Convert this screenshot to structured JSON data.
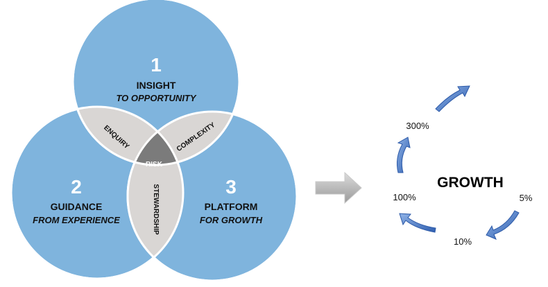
{
  "venn": {
    "colors": {
      "circle": "#7fb4dd",
      "lens": "#d9d6d4",
      "center": "#7b7b7b",
      "outline": "#ffffff"
    },
    "circles": [
      {
        "number": "1",
        "title": "INSIGHT",
        "subtitle": "TO OPPORTUNITY"
      },
      {
        "number": "2",
        "title": "GUIDANCE",
        "subtitle": "FROM EXPERIENCE"
      },
      {
        "number": "3",
        "title": "PLATFORM",
        "subtitle": "FOR GROWTH"
      }
    ],
    "overlaps": {
      "left": "ENQUIRY",
      "right": "COMPLEXITY",
      "bottom": "STEWARDSHIP",
      "center": "RISK"
    }
  },
  "connector_icon": "right-arrow-icon",
  "growth_cycle": {
    "title": "GROWTH",
    "labels": [
      "5%",
      "10%",
      "100%",
      "300%"
    ],
    "arrow_color": "#3f74c2",
    "arrow_icon": "curved-arrow-icon"
  }
}
